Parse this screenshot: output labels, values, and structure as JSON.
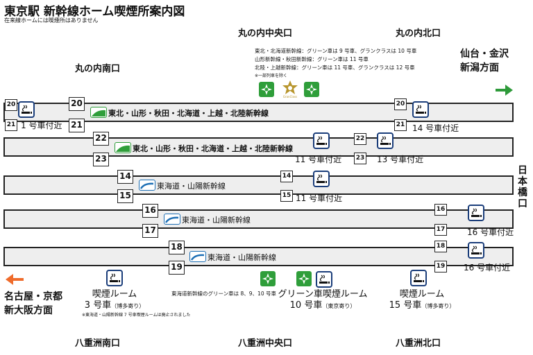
{
  "title": "東京駅 新幹線ホーム喫煙所案内図",
  "subtitle": "在来線ホームには喫煙所はありません",
  "exits": {
    "marunouchi_south": "丸の内南口",
    "marunouchi_central": "丸の内中央口",
    "marunouchi_north": "丸の内北口",
    "yaesu_south": "八重洲南口",
    "yaesu_central": "八重洲中央口",
    "yaesu_north": "八重洲北口",
    "nihonbashi": "日本橋口"
  },
  "destinations": {
    "north_line1": "仙台・金沢",
    "north_line2": "新潟方面",
    "south_line1": "名古屋・京都",
    "south_line2": "新大阪方面"
  },
  "green_notes": [
    "東北・北海道新幹線：グリーン車は 9 号車、グランクラスは 10 号車",
    "山形新幹線・秋田新幹線：グリーン車は 11 号車",
    "北陸・上越新幹線：グリーン車は 11 号車、グランクラスは 12 号車",
    "※一部列車を除く"
  ],
  "gran_class_label": "GranClass",
  "line_names": {
    "tohoku": "東北・山形・秋田・北海道・上越・北陸新幹線",
    "tokaido": "東海道・山陽新幹線"
  },
  "tracks": [
    "20",
    "21",
    "22",
    "23",
    "14",
    "15",
    "16",
    "17",
    "18",
    "19"
  ],
  "car_labels": {
    "c1": "1 号車付近",
    "c14": "14 号車付近",
    "c11a": "11 号車付近",
    "c13": "13 号車付近",
    "c11b": "11 号車付近",
    "c16a": "16 号車付近",
    "c16b": "16 号車付近"
  },
  "tokaido_green_note": "東海道新幹線のグリーン車は 8、9、10 号車",
  "rooms": {
    "car3_title": "喫煙ルーム",
    "car3_car": "3 号車",
    "car3_dir": "（博多寄り）",
    "car3_note": "※東海道・山陽新幹線 7 号車喫煙ルームは廃止されました",
    "green_title": "グリーン車喫煙ルーム",
    "green_car": "10 号車",
    "green_dir": "（東京寄り）",
    "car15_title": "喫煙ルーム",
    "car15_car": "15 号車",
    "car15_dir": "（博多寄り）"
  },
  "colors": {
    "smoking_icon_border": "#1a3d7a",
    "green_car_mark": "#2f9e3a",
    "north_arrow": "#2e9a3a",
    "south_arrow": "#ef6b2b",
    "platform_fill": "#eeeeee",
    "gran_class_gold": "#b8962e"
  },
  "icons": {
    "smoking": "smoking-area-icon",
    "green_car": "green-car-icon",
    "gran_class": "gran-class-icon",
    "tohoku_logo": "tohoku-shinkansen-icon",
    "tokaido_logo": "tokaido-shinkansen-icon"
  }
}
